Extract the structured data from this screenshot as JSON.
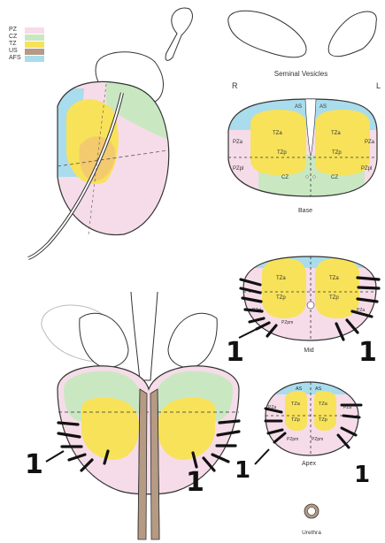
{
  "legend": [
    {
      "label": "PZ",
      "color": "#f6dce8"
    },
    {
      "label": "CZ",
      "color": "#c9e8c2"
    },
    {
      "label": "TZ",
      "color": "#f7e25a"
    },
    {
      "label": "US",
      "color": "#b59a84"
    },
    {
      "label": "AFS",
      "color": "#a9dcec"
    }
  ],
  "colors": {
    "pz": "#f6dce8",
    "cz": "#c9e8c2",
    "tz": "#f7e25a",
    "us": "#b59a84",
    "afs": "#a9dcec",
    "outline": "#333333",
    "lesion": "#111111"
  },
  "labels": {
    "seminal_vesicles": "Seminal Vesicles",
    "side_right": "R",
    "side_left": "L",
    "base": "Base",
    "mid": "Mid",
    "apex": "Apex",
    "urethra": "Urethra"
  },
  "base_zones": {
    "as_l": "AS",
    "as_r": "AS",
    "tza_l": "TZa",
    "tza_r": "TZa",
    "tzp_l": "TZp",
    "tzp_r": "TZp",
    "pza_l": "PZa",
    "pza_r": "PZa",
    "pzpl_l": "PZpl",
    "pzpl_r": "PZpl",
    "cz_l": "CZ",
    "cz_r": "CZ"
  },
  "mid_zones": {
    "tza_l": "TZa",
    "tza_r": "TZa",
    "tzp_l": "TZp",
    "tzp_r": "TZp",
    "pzpl_l": "PZpl",
    "pzpl_r": "PZa",
    "pzpm_l": "PZpm"
  },
  "apex_zones": {
    "as_l": "AS",
    "as_r": "AS",
    "tza_l": "TZa",
    "tza_r": "TZa",
    "tzp_l": "TZp",
    "tzp_r": "TZp",
    "pza_l": "PZa",
    "pza_r": "PZa",
    "pzpm_l": "PZpm",
    "pzpm_r": "PZpm"
  },
  "annotations": {
    "mark": "1"
  }
}
